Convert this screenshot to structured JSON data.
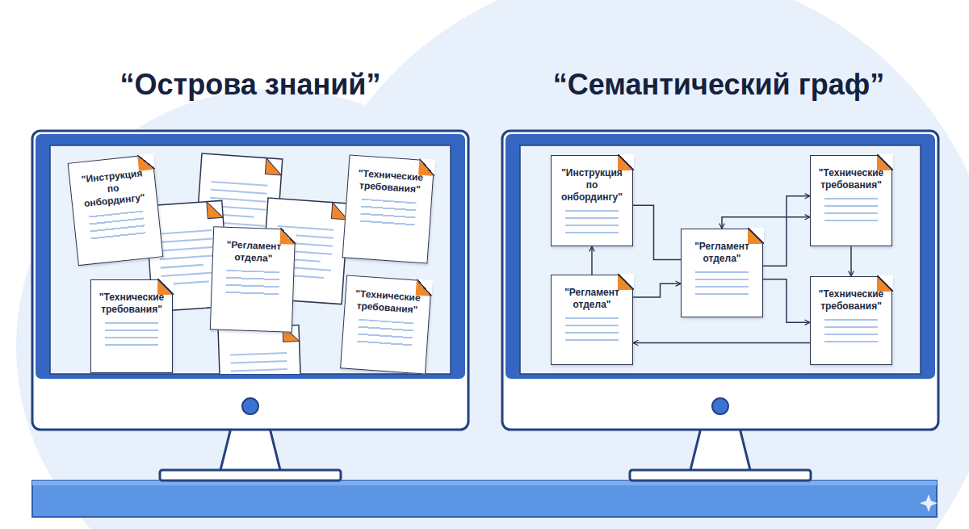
{
  "diagram": {
    "nodes": [
      {
        "text": [
          "\"Инструкция по онбордингу\""
        ]
      },
      {
        "text": [
          "\"Технические требования\""
        ]
      },
      {
        "text": [
          "\"Регламент отдела\""
        ]
      },
      {
        "text": [
          "\"Технические требования\""
        ]
      },
      {
        "text": [
          "\"Технические требования\""
        ]
      },
      {
        "text": [
          "\"Инструкция по онбордингу\""
        ]
      },
      {
        "text": [
          "\"Технические требования\""
        ]
      },
      {
        "text": [
          "\"Регламент отдела\""
        ]
      },
      {
        "text": [
          "\"Регламент отдела\""
        ]
      },
      {
        "text": [
          "\"Технические требования\""
        ]
      }
    ],
    "edges": [
      {
        "from": 8,
        "to": 5,
        "arrow": "to"
      },
      {
        "from": 5,
        "to": 7,
        "arrow": "none"
      },
      {
        "from": 8,
        "to": 7,
        "arrow": "to"
      },
      {
        "from": 7,
        "to": 6,
        "arrow": "both"
      },
      {
        "from": 7,
        "to": 6,
        "arrow": "to"
      },
      {
        "from": 6,
        "to": 9,
        "arrow": "to"
      },
      {
        "from": 7,
        "to": 9,
        "arrow": "to"
      },
      {
        "from": 9,
        "to": 8,
        "arrow": "to"
      }
    ],
    "labels": [
      "“Острова знаний”",
      "“Семантический граф”"
    ]
  }
}
